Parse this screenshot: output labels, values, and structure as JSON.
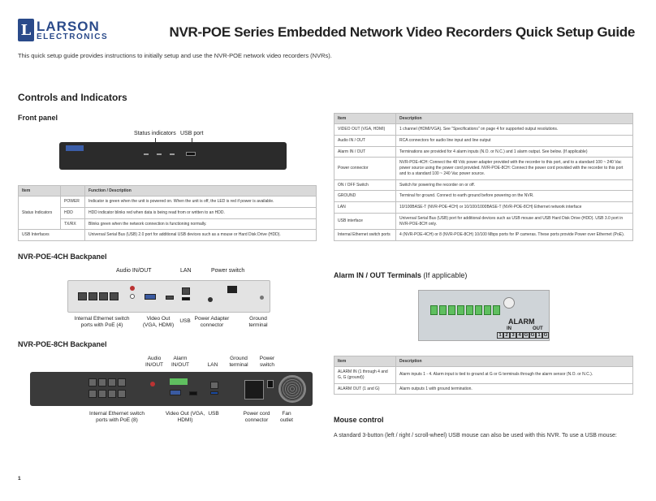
{
  "header": {
    "logo_top": "LARSON",
    "logo_bottom": "ELECTRONICS",
    "title": "NVR-POE Series Embedded Network Video Recorders Quick Setup Guide",
    "intro": "This quick setup guide provides instructions to initially setup and use the NVR-POE network video recorders (NVRs)."
  },
  "left": {
    "section_title": "Controls and Indicators",
    "front_panel_title": "Front panel",
    "front_labels": {
      "status": "Status indicators",
      "usb": "USB port"
    },
    "front_table": {
      "headers": [
        "Item",
        "Function / Description"
      ],
      "group_label": "Status Indicators",
      "rows": [
        {
          "sub": "POWER",
          "desc": "Indicator is green when the unit is powered on. When the unit is off, the LED is red if power is available."
        },
        {
          "sub": "HDD",
          "desc": "HDD indicator blinks red when data is being read from or written to an HDD."
        },
        {
          "sub": "TX/RX",
          "desc": "Blinks green when the network connection is functioning normally."
        }
      ],
      "usb_row": {
        "item": "USB Interfaces",
        "desc": "Universal Serial Bus (USB) 2.0 port for additional USB devices such as a mouse or Hard Disk Drive (HDD)."
      }
    },
    "backpanel4_title": "NVR-POE-4CH Backpanel",
    "bp4_labels": {
      "audio": "Audio IN/OUT",
      "lan": "LAN",
      "power_switch": "Power switch",
      "eth": "Internal Ethernet switch ports with PoE (4)",
      "video": "Video Out (VGA, HDMI)",
      "usb": "USB",
      "adapter": "Power Adapter connector",
      "ground": "Ground terminal"
    },
    "backpanel8_title": "NVR-POE-8CH Backpanel",
    "bp8_labels": {
      "audio": "Audio IN/OUT",
      "alarm": "Alarm IN/OUT",
      "lan": "LAN",
      "ground": "Ground terminal",
      "power_switch": "Power switch",
      "eth": "Internal Ethernet switch ports with PoE (8)",
      "video": "Video Out (VGA, HDMI)",
      "usb": "USB",
      "cord": "Power cord connector",
      "fan": "Fan outlet"
    },
    "page_number": "1"
  },
  "right": {
    "rear_table": {
      "headers": [
        "Item",
        "Description"
      ],
      "rows": [
        {
          "item": "VIDEO OUT (VGA, HDMI)",
          "desc": "1 channel (HDMI/VGA). See \"Specifications\" on page 4 for supported output resolutions."
        },
        {
          "item": "Audio IN / OUT",
          "desc": "RCA connectors for audio line input and line output"
        },
        {
          "item": "Alarm IN / OUT",
          "desc": "Terminations are provided for 4 alarm inputs (N.O. or N.C.) and 1 alarm output. See below. (If applicable)"
        },
        {
          "item": "Power connector",
          "desc": "NVR-POE-4CH: Connect the 48 Vdc power adapter provided with the recorder to this port, and to a standard 100 ~ 240 Vac power source using the power cord provided. NVR-POE-8CH: Connect the power cord provided with the recorder to this port and to a standard 100 ~ 240 Vac power source."
        },
        {
          "item": "ON / OFF Switch",
          "desc": "Switch for powering the recorder on or off."
        },
        {
          "item": "GROUND",
          "desc": "Terminal for ground. Connect to earth ground before powering on the NVR."
        },
        {
          "item": "LAN",
          "desc": "10/100BASE-T (NVR-POE-4CH) or 10/100/1000BASE-T (NVR-POE-8CH) Ethernet network interface"
        },
        {
          "item": "USB interface",
          "desc": "Universal Serial Bus (USB) port for additional devices such as USB mouse and USB Hard Disk Drive (HDD). USB 3.0 port in NVR-POE-8CH only."
        },
        {
          "item": "Internal Ethernet switch ports",
          "desc": "4 (NVR-POE-4CH) or 8 (NVR-POE-8CH) 10/100 Mbps ports for IP cameras. These ports provide Power over Ethernet (PoE)."
        }
      ]
    },
    "alarm_title": "Alarm IN / OUT Terminals",
    "alarm_note": "(If applicable)",
    "alarm_block": {
      "heading": "ALARM",
      "in_label": "IN",
      "out_label": "OUT",
      "pins": [
        "1",
        "2",
        "3",
        "4",
        "G",
        "G",
        "1",
        "G"
      ]
    },
    "alarm_table": {
      "headers": [
        "Item",
        "Description"
      ],
      "rows": [
        {
          "item": "ALARM IN (1 through 4 and G, G (ground))",
          "desc": "Alarm inputs 1 - 4. Alarm input is tied to ground at G or G terminals through the alarm sensor (N.O. or N.C.)."
        },
        {
          "item": "ALARM OUT (1 and G)",
          "desc": "Alarm outputs 1 with ground termination."
        }
      ]
    },
    "mouse_title": "Mouse control",
    "mouse_text": "A standard 3-button (left / right / scroll-wheel) USB mouse can also be used with this NVR. To use a USB mouse:"
  },
  "colors": {
    "brand": "#2a4a8a",
    "table_header": "#d9d9d9",
    "terminal_green": "#5fbf5f"
  }
}
